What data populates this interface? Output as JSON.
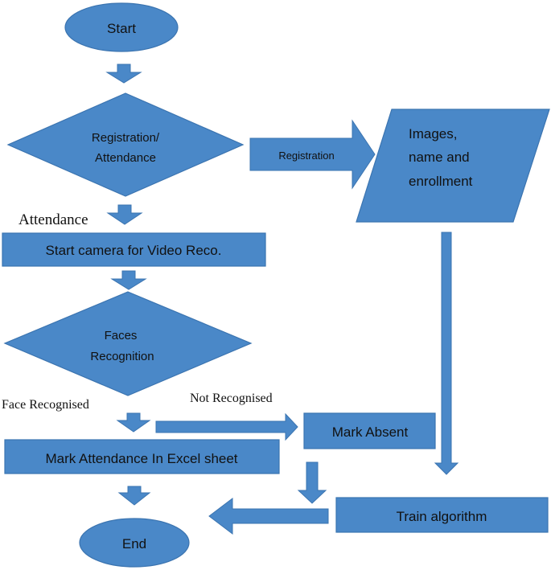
{
  "diagram": {
    "start": "Start",
    "decision_1": {
      "line1": "Registration/",
      "line2": "Attendance"
    },
    "registration_arrow": "Registration",
    "data_input": {
      "line1": "Images,",
      "line2": "name and",
      "line3": "enrollment"
    },
    "attendance_label": "Attendance",
    "start_camera": "Start camera for Video Reco.",
    "decision_2": {
      "line1": "Faces",
      "line2": "Recognition"
    },
    "face_recognised": "Face Recognised",
    "not_recognised": "Not Recognised",
    "mark_absent": "Mark Absent",
    "mark_attendance": "Mark Attendance In Excel sheet",
    "train_algorithm": "Train algorithm",
    "end": "End"
  },
  "colors": {
    "shape_fill": "#4a88c8",
    "shape_stroke": "#3b74b0",
    "text": "#111111"
  }
}
